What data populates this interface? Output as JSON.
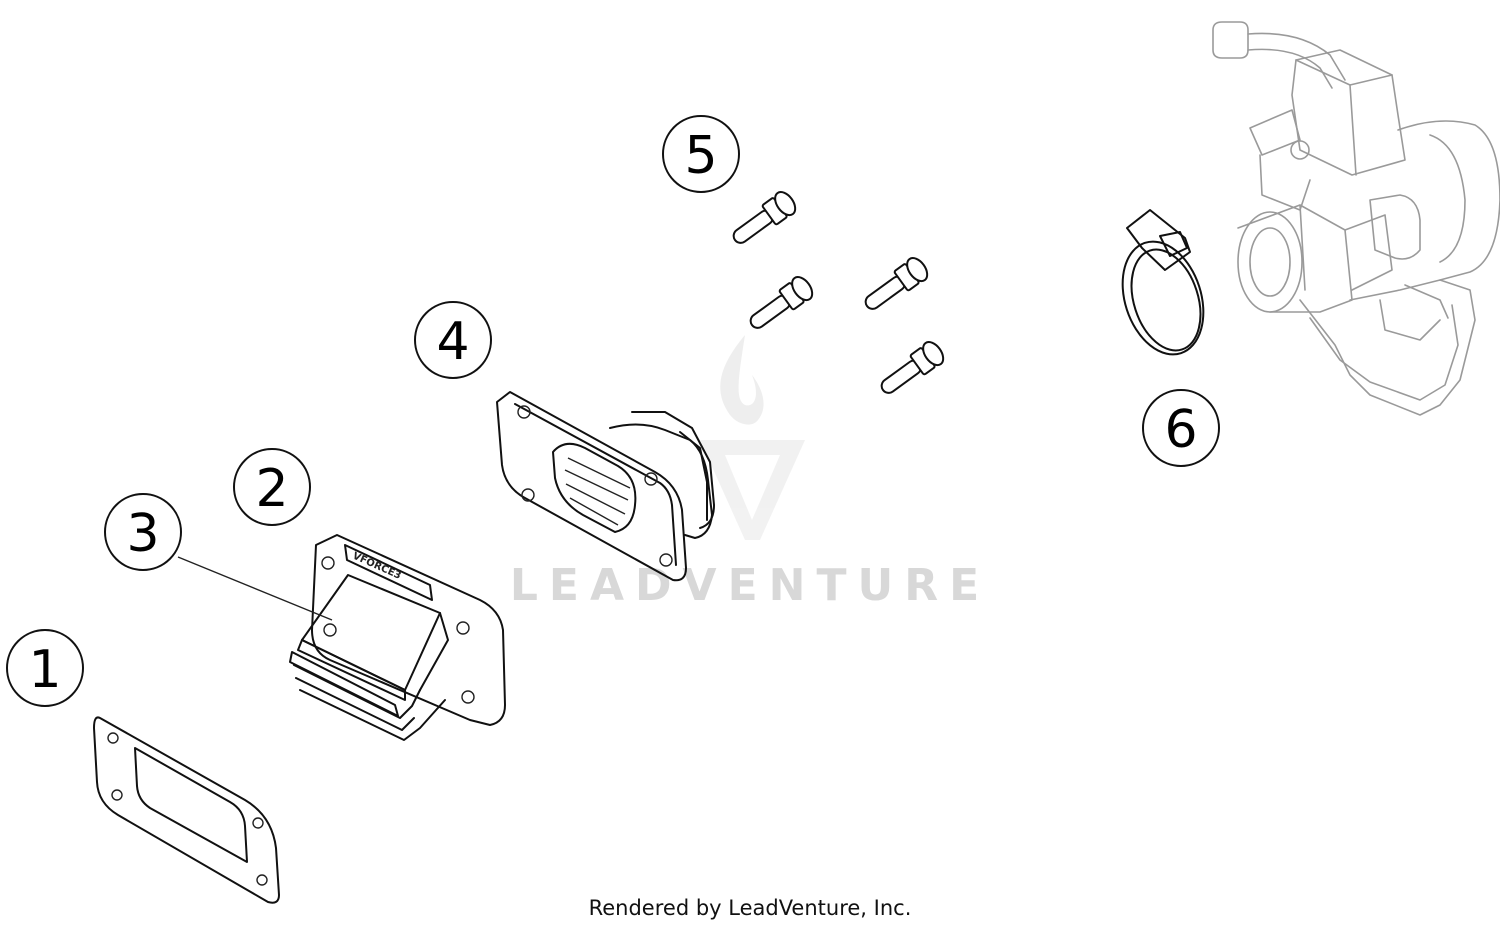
{
  "diagram": {
    "brand_marking": "VFORCE3",
    "watermark": "LEADVENTURE",
    "footer": "Rendered by LeadVenture, Inc.",
    "callouts": [
      {
        "id": "1",
        "label": "1"
      },
      {
        "id": "2",
        "label": "2"
      },
      {
        "id": "3",
        "label": "3"
      },
      {
        "id": "4",
        "label": "4"
      },
      {
        "id": "5",
        "label": "5"
      },
      {
        "id": "6",
        "label": "6"
      }
    ]
  }
}
